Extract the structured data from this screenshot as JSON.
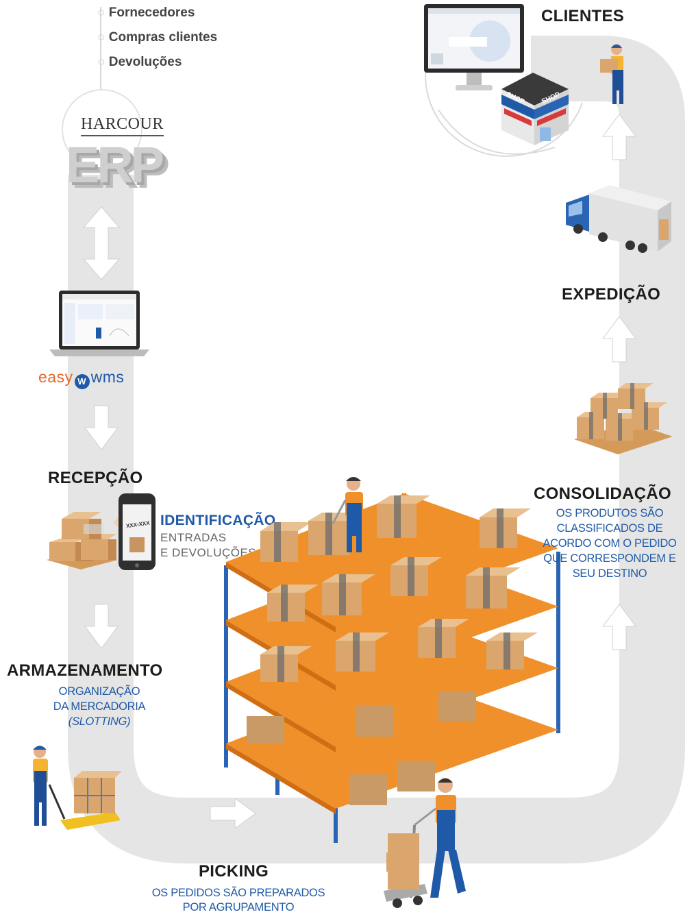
{
  "erp": {
    "inputs": [
      "Fornecedores",
      "Compras clientes",
      "Devoluções"
    ],
    "brand": "HARCOUR",
    "label": "ERP"
  },
  "wms_logo": {
    "part1": "easy",
    "part2": "wms"
  },
  "stages": {
    "recepcao": {
      "title": "RECEPÇÃO"
    },
    "identificacao": {
      "title": "IDENTIFICAÇÃO",
      "line1": "ENTRADAS",
      "line2": "E DEVOLUÇÕES",
      "device_code": "XXX-XXX"
    },
    "armazenamento": {
      "title": "ARMAZENAMENTO",
      "line1": "ORGANIZAÇÃO",
      "line2": "DA MERCADORIA",
      "line3": "(SLOTTING)"
    },
    "picking": {
      "title": "PICKING",
      "line1": "OS PEDIDOS SÃO PREPARADOS",
      "line2": "POR AGRUPAMENTO"
    },
    "consolidacao": {
      "title": "CONSOLIDAÇÃO",
      "lines": [
        "OS PRODUTOS SÃO",
        "CLASSIFICADOS DE",
        "ACORDO COM O PEDIDO",
        "QUE CORRESPONDEM E",
        "SEU DESTINO"
      ]
    },
    "expedicao": {
      "title": "EXPEDIÇÃO"
    },
    "clientes": {
      "title": "CLIENTES"
    }
  },
  "shop": {
    "sign": "SHOP"
  },
  "colors": {
    "accent_blue": "#1f5aa8",
    "box": "#dba66e",
    "shelf_orange": "#f0902a",
    "rack_blue": "#2a64b4",
    "path_gray": "#e4e4e4"
  }
}
